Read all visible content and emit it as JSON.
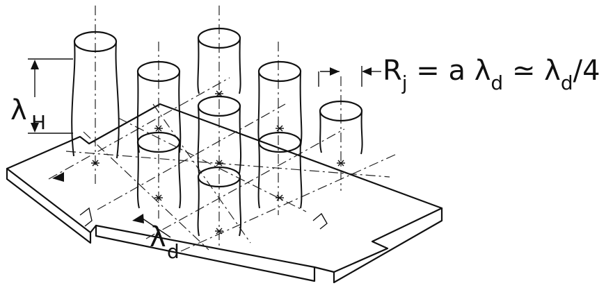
{
  "labels": {
    "lambda_h": {
      "main": "λ",
      "sub": "H"
    },
    "lambda_d": {
      "main": "λ",
      "sub": "d"
    },
    "rj_formula": {
      "p1": "R",
      "p1_sub": "j",
      "p2": " = a λ",
      "p2_sub": "d",
      "p3": " ≃ λ",
      "p3_sub": "d",
      "p4": "/4"
    }
  },
  "colors": {
    "ink": "#111111",
    "background": "#ffffff"
  }
}
